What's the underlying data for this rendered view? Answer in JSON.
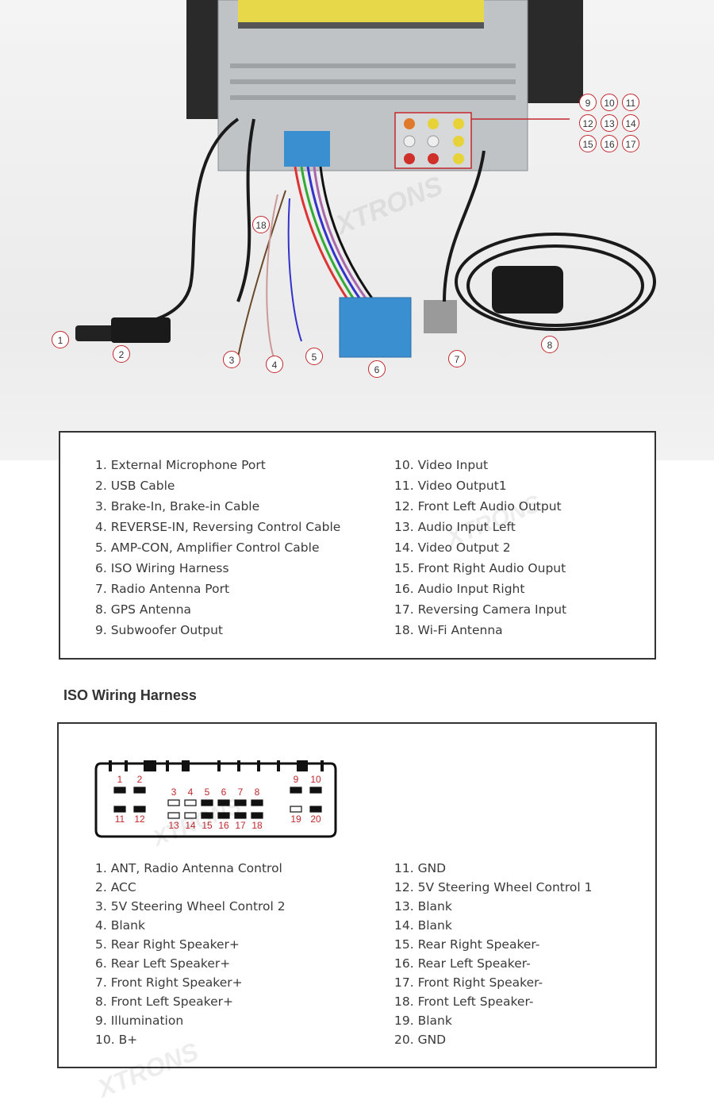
{
  "callouts": [
    "1",
    "2",
    "3",
    "4",
    "5",
    "6",
    "7",
    "8",
    "9",
    "10",
    "11",
    "12",
    "13",
    "14",
    "15",
    "16",
    "17",
    "18"
  ],
  "legend": {
    "left": [
      "1. External Microphone Port",
      "2. USB Cable",
      "3. Brake-In, Brake-in Cable",
      "4. REVERSE-IN, Reversing Control Cable",
      "5. AMP-CON, Amplifier Control Cable",
      "6. ISO Wiring Harness",
      "7. Radio Antenna Port",
      "8. GPS Antenna",
      "9. Subwoofer Output"
    ],
    "right": [
      "10. Video Input",
      "11. Video Output1",
      "12. Front Left Audio Output",
      "13. Audio Input Left",
      "14. Video Output 2",
      "15. Front Right Audio Ouput",
      "16. Audio Input Right",
      "17. Reversing Camera Input",
      "18. Wi-Fi Antenna"
    ]
  },
  "iso": {
    "title": "ISO Wiring Harness",
    "pins_top": [
      "1",
      "2",
      "3",
      "4",
      "5",
      "6",
      "7",
      "8",
      "9",
      "10"
    ],
    "pins_bottom": [
      "11",
      "12",
      "13",
      "14",
      "15",
      "16",
      "17",
      "18",
      "19",
      "20"
    ],
    "left": [
      "1. ANT, Radio Antenna Control",
      "2. ACC",
      "3. 5V Steering Wheel Control 2",
      "4. Blank",
      "5. Rear Right Speaker+",
      "6. Rear Left Speaker+",
      "7. Front Right Speaker+",
      "8. Front Left Speaker+",
      "9. Illumination",
      "10. B+"
    ],
    "right": [
      "11. GND",
      "12. 5V Steering Wheel Control 1",
      "13. Blank",
      "14. Blank",
      "15. Rear Right Speaker-",
      "16. Rear Left Speaker-",
      "17. Front Right Speaker-",
      "18. Front Left Speaker-",
      "19. Blank",
      "20. GND"
    ]
  },
  "watermark": "XTRONS",
  "colors": {
    "callout_border": "#c0282d",
    "pin_label": "#c0282d",
    "harness_blue": "#3a8fd0"
  }
}
